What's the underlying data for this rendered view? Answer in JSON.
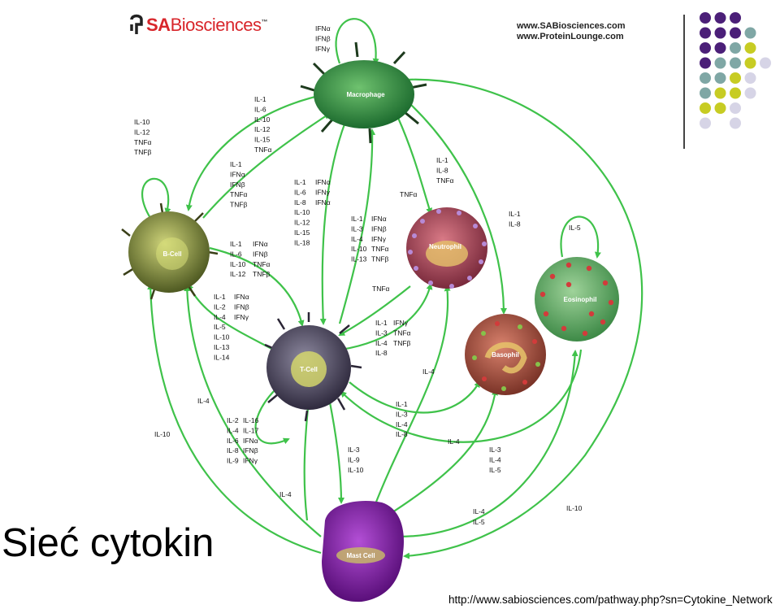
{
  "slide": {
    "title": "Sieć cytokin",
    "source_url": "http://www.sabiosciences.com/pathway.php?sn=Cytokine_Network"
  },
  "header": {
    "brand_prefix": "SA",
    "brand_suffix": "Biosciences",
    "brand_mark": "™",
    "link_1": "www.SABiosciences.com",
    "link_2": "www.ProteinLounge.com"
  },
  "cells": {
    "macrophage": "Macrophage",
    "b_cell": "B-Cell",
    "t_cell": "T-Cell",
    "neutrophil": "Neutrophil",
    "basophil": "Basophil",
    "eosinophil": "Eosinophil",
    "mast_cell": "Mast Cell"
  },
  "labels": {
    "macro_self": [
      "IFNα",
      "IFNβ",
      "IFNγ"
    ],
    "macro_to_b": [
      "IL-1",
      "IL-6",
      "IL-10",
      "IL-12",
      "IL-15",
      "TNFα"
    ],
    "b_self": [
      "IL-10",
      "IL-12",
      "TNFα",
      "TNFβ"
    ],
    "b_to_macro": [
      "IL-1",
      "IFNα",
      "IFNβ",
      "TNFα",
      "TNFβ"
    ],
    "macro_to_t_a": [
      "IL-1",
      "IL-6",
      "IL-8",
      "IL-10",
      "IL-12",
      "IL-15",
      "IL-18"
    ],
    "macro_to_t_b": [
      "IFNα",
      "IFNγ",
      "IFNα"
    ],
    "t_to_macro_a": [
      "IL-1",
      "IL-3",
      "IL-4",
      "IL-10",
      "IL-13"
    ],
    "t_to_macro_b": [
      "IFNα",
      "IFNβ",
      "IFNγ",
      "TNFα",
      "TNFβ"
    ],
    "macro_to_neut_tnf": [
      "TNFα"
    ],
    "macro_to_neut": [
      "IL-1",
      "IL-8",
      "TNFα"
    ],
    "macro_to_baso": [
      "IL-1",
      "IL-8"
    ],
    "eos_self": [
      "IL-5"
    ],
    "b_to_t_a": [
      "IL-1",
      "IL-6",
      "IL-10",
      "IL-12"
    ],
    "b_to_t_b": [
      "IFNα",
      "IFNβ",
      "TNFα",
      "TNFβ"
    ],
    "t_to_b_a": [
      "IL-1",
      "IL-2",
      "IL-4",
      "IL-5",
      "IL-10",
      "IL-13",
      "IL-14"
    ],
    "t_to_b_b": [
      "IFNα",
      "IFNβ",
      "IFNγ"
    ],
    "neut_tnf": [
      "TNFα"
    ],
    "t_to_neut_a": [
      "IL-1",
      "IL-3",
      "IL-4",
      "IL-8"
    ],
    "t_to_neut_b": [
      "IFNγ",
      "TNFα",
      "TNFβ"
    ],
    "t_self_a": [
      "IL-2",
      "IL-4",
      "IL-6",
      "IL-8",
      "IL-9"
    ],
    "t_self_b": [
      "IL-16",
      "IL-17",
      "IFNα",
      "IFNβ",
      "IFNγ"
    ],
    "mast_to_b_il4": [
      "IL-4"
    ],
    "mast_to_b_il10": [
      "IL-10"
    ],
    "t_to_mast": [
      "IL-3",
      "IL-9",
      "IL-10"
    ],
    "mast_il4": [
      "IL-4"
    ],
    "t_to_baso": [
      "IL-1",
      "IL-3",
      "IL-4",
      "IL-8"
    ],
    "neut_il4": [
      "IL-4"
    ],
    "baso_il4": [
      "IL-4"
    ],
    "eos_to_t": [
      "IL-3",
      "IL-4",
      "IL-5"
    ],
    "mast_to_eos_a": [
      "IL-4"
    ],
    "mast_to_eos_b": [
      "IL-5"
    ],
    "macro_to_mast": [
      "IL-10"
    ]
  },
  "colors": {
    "arrow": "#3fc24a",
    "palette": [
      "#4b1f78",
      "#7fa7a5",
      "#c7cc23",
      "#d6d4e6"
    ]
  }
}
